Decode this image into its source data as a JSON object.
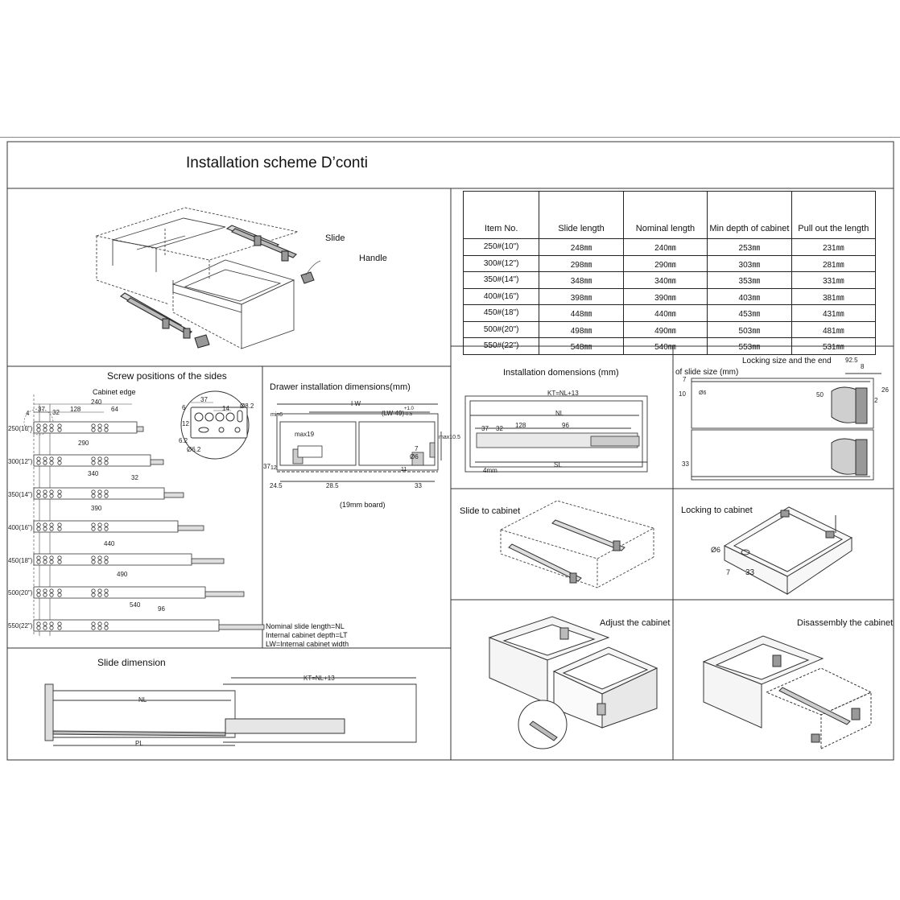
{
  "title": "Installation scheme D’conti",
  "overview": {
    "slide_label": "Slide",
    "handle_label": "Handle"
  },
  "spec_table": {
    "headers": [
      "Item No.",
      "Slide length",
      "Nominal length",
      "Min depth of cabinet",
      "Pull out the length"
    ],
    "rows": [
      [
        "250#(10\")",
        "248㎜",
        "240㎜",
        "253㎜",
        "231㎜"
      ],
      [
        "300#(12\")",
        "298㎜",
        "290㎜",
        "303㎜",
        "281㎜"
      ],
      [
        "350#(14\")",
        "348㎜",
        "340㎜",
        "353㎜",
        "331㎜"
      ],
      [
        "400#(16\")",
        "398㎜",
        "390㎜",
        "403㎜",
        "381㎜"
      ],
      [
        "450#(18\")",
        "448㎜",
        "440㎜",
        "453㎜",
        "431㎜"
      ],
      [
        "500#(20\")",
        "498㎜",
        "490㎜",
        "503㎜",
        "481㎜"
      ],
      [
        "550#(22\")",
        "548㎜",
        "540㎜",
        "553㎜",
        "531㎜"
      ]
    ]
  },
  "screw_positions": {
    "title": "Screw positions of the sides",
    "cabinet_edge": "Cabinet edge",
    "top_dims": [
      "240",
      "128",
      "64",
      "37",
      "32",
      "4"
    ],
    "sizes": [
      "250(10\")",
      "300(12\")",
      "350(14\")",
      "400(16\")",
      "450(18\")",
      "500(20\")",
      "550(22\")"
    ],
    "lengths": [
      "290",
      "340",
      "390",
      "440",
      "490",
      "540"
    ],
    "extra_dims": [
      "32",
      "96"
    ],
    "detail_dims": [
      "37",
      "6",
      "12",
      "14",
      "6.2",
      "Ø6.2",
      "Ø8.2"
    ]
  },
  "drawer_install": {
    "title": "Drawer installation dimensions(mm)",
    "dims": [
      "I W",
      "(LW-49)",
      "+1.0",
      "-0.5",
      "min6",
      "max19",
      "37",
      "12",
      "24.5",
      "28.5",
      "7",
      "11",
      "Ø6",
      "33",
      "max10.5"
    ],
    "board": "(19mm board)",
    "legend": [
      "Nominal slide length=NL",
      "Internal cabinet depth=LT",
      "LW=Internal cabinet width"
    ]
  },
  "install_domensions": {
    "title": "Installation domensions (mm)",
    "dims": [
      "KT=NL+13",
      "NL",
      "37",
      "32",
      "128",
      "96",
      "SL",
      "4mm"
    ]
  },
  "locking_size": {
    "title_line1": "Locking size and the end",
    "title_line2": "of slide size (mm)",
    "dims": [
      "92.5",
      "8",
      "7",
      "10",
      "Ø6",
      "50",
      "26",
      "2",
      "33"
    ]
  },
  "slide_dimension": {
    "title": "Slide dimension",
    "dims": [
      "KT=NL+13",
      "NL",
      "PL"
    ]
  },
  "slide_to_cabinet": {
    "title": "Slide to cabinet"
  },
  "locking_to_cabinet": {
    "title": "Locking to cabinet",
    "dims": [
      "Ø6",
      "33",
      "7"
    ]
  },
  "adjust_cabinet": {
    "title": "Adjust the cabinet"
  },
  "disassembly_cabinet": {
    "title": "Disassembly the cabinet"
  }
}
